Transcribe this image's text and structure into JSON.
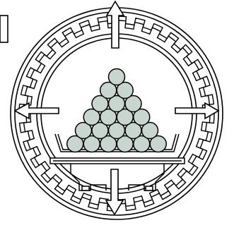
{
  "diagram": {
    "ball_fill": "#c9d6cf",
    "stroke": "#000000",
    "background": "#ffffff",
    "pyramid_rows": [
      6,
      5,
      4,
      3,
      2,
      1
    ],
    "arrow_directions": [
      "up",
      "down",
      "left",
      "right"
    ],
    "icon": "pyramid-balls-in-gear-ring"
  }
}
